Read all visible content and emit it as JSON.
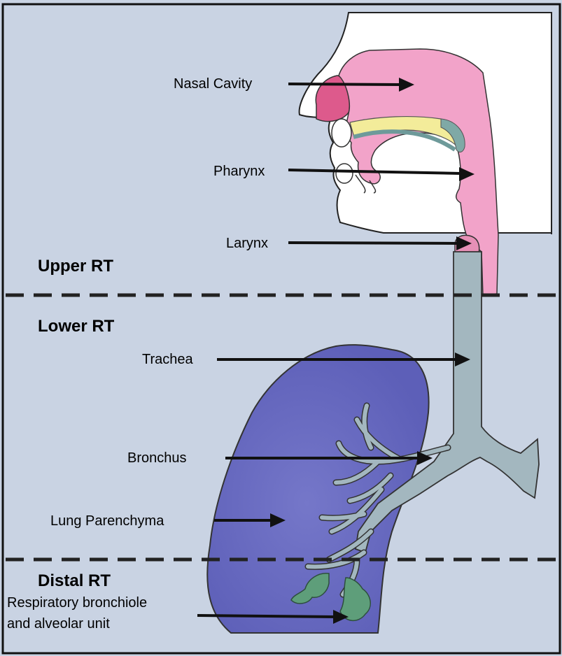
{
  "diagram": {
    "regions": {
      "upper": "Upper RT",
      "lower": "Lower RT",
      "distal": "Distal RT"
    },
    "labels": {
      "nasal_cavity": "Nasal Cavity",
      "pharynx": "Pharynx",
      "larynx": "Larynx",
      "trachea": "Trachea",
      "bronchus": "Bronchus",
      "lung_parenchyma": "Lung Parenchyma",
      "respiratory_bronchiole_line1": "Respiratory bronchiole",
      "respiratory_bronchiole_line2": "and alveolar unit"
    },
    "colors": {
      "background": "#c9d3e3",
      "airway_upper": "#f2a3c9",
      "airway_lower": "#a3b7bf",
      "lung": "#6f70c8",
      "alveoli": "#5e9e7a",
      "face": "#ffffff"
    }
  }
}
